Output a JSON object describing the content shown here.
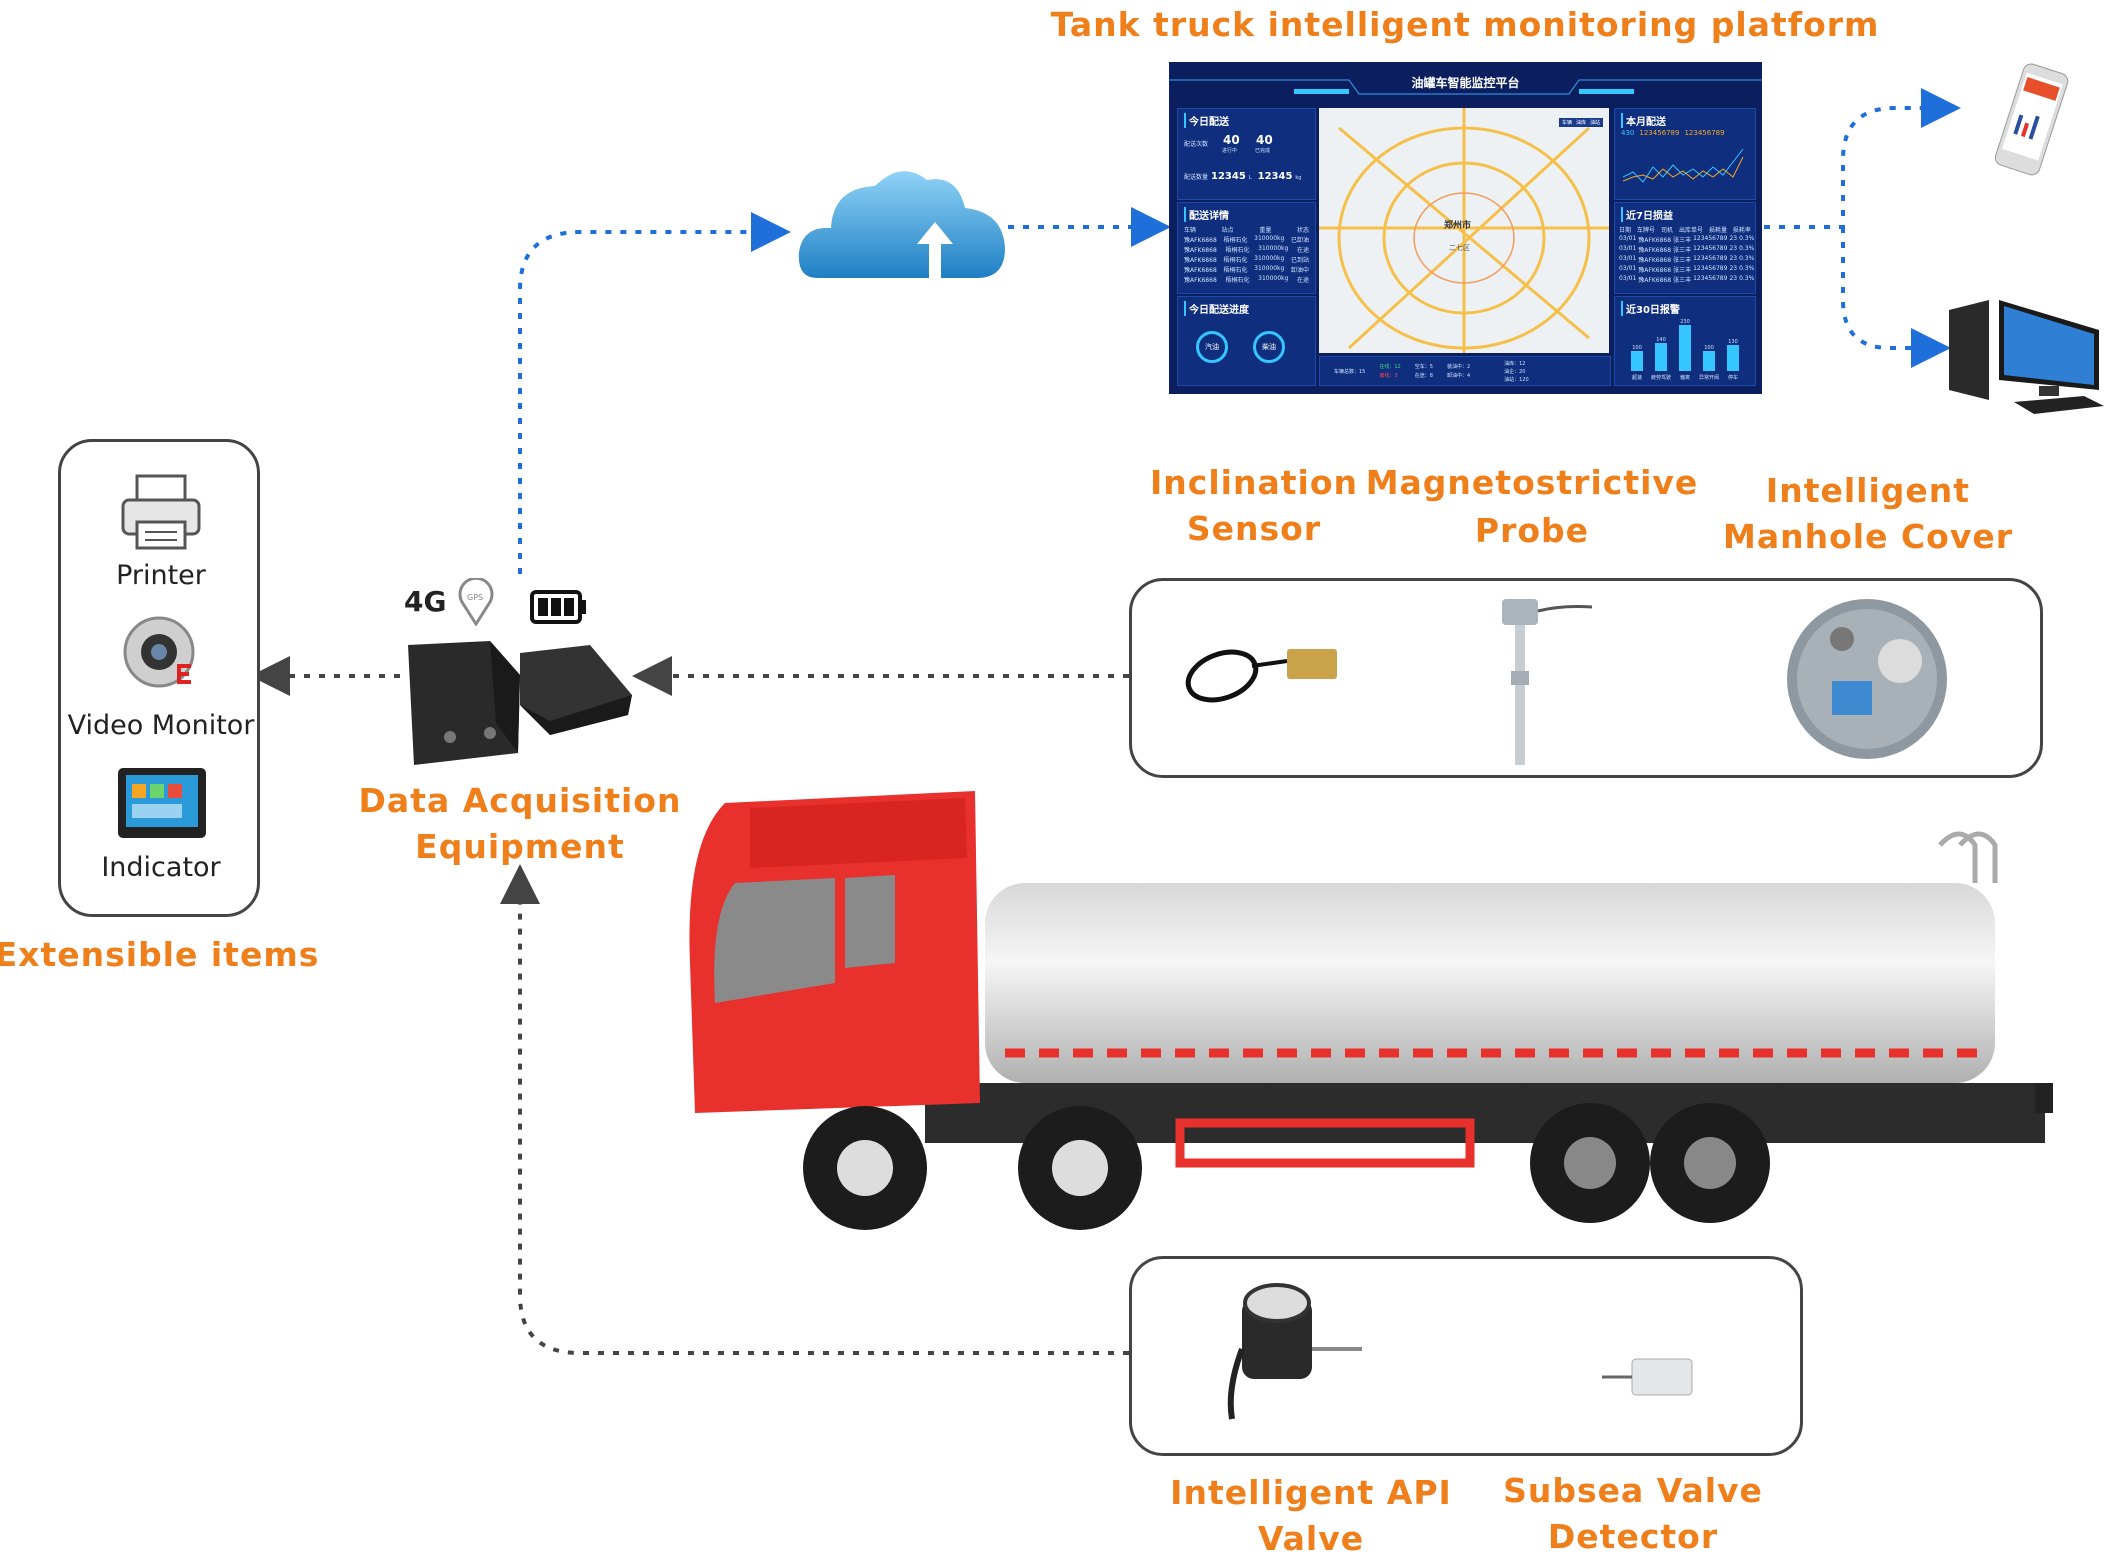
{
  "title": "Tank truck intelligent monitoring platform",
  "dashboard": {
    "title": "油罐车智能监控平台",
    "today_delivery": {
      "title": "今日配送",
      "count_label": "配送次数",
      "in_progress": "40",
      "in_progress_label": "进行中",
      "completed": "40",
      "completed_label": "已完成",
      "qty_label": "配送数量",
      "qty_l": "12345",
      "qty_kg": "12345",
      "unit_l": "L",
      "unit_kg": "kg"
    },
    "delivery_detail": {
      "title": "配送详情",
      "headers": [
        "车辆",
        "站点",
        "重量",
        "状态"
      ],
      "rows": [
        [
          "豫AFK6868",
          "梧桐石化",
          "310000kg",
          "已卸油"
        ],
        [
          "豫AFK6868",
          "梧桐石化",
          "310000kg",
          "在途"
        ],
        [
          "豫AFK6868",
          "梧桐石化",
          "310000kg",
          "已到站"
        ],
        [
          "豫AFK6868",
          "梧桐石化",
          "310000kg",
          "卸油中"
        ],
        [
          "豫AFK6868",
          "梧桐石化",
          "310000kg",
          "在途"
        ]
      ]
    },
    "progress": {
      "title": "今日配送进度",
      "gauges": [
        "汽油",
        "柴油"
      ]
    },
    "map": {
      "city": "郑州市",
      "district": "二七区",
      "filters": [
        "车辆",
        "油库",
        "油站"
      ]
    },
    "map_stats": {
      "total_label": "车辆总数：15",
      "online": "在线：12",
      "offline": "离线：3",
      "empty": "空车：5",
      "transit": "在途：8",
      "loading": "装油中：2",
      "unloading": "卸油中：4",
      "depot": "油库：12",
      "enterprise": "油企：20",
      "station": "油站：120"
    },
    "month": {
      "title": "本月配送",
      "times": "430",
      "liters": "123456789",
      "kg": "123456789"
    },
    "loss": {
      "title": "近7日损益",
      "headers": [
        "日期",
        "车牌号",
        "司机",
        "出库单号",
        "损耗量",
        "损耗率"
      ],
      "rows": [
        [
          "03/01",
          "豫AFK6868",
          "张三丰",
          "123456789",
          "23",
          "0.3%"
        ],
        [
          "03/01",
          "豫AFK6868",
          "张三丰",
          "123456789",
          "23",
          "0.3%"
        ],
        [
          "03/01",
          "豫AFK6868",
          "张三丰",
          "123456789",
          "23",
          "0.3%"
        ],
        [
          "03/01",
          "豫AFK6868",
          "张三丰",
          "123456789",
          "23",
          "0.3%"
        ],
        [
          "03/01",
          "豫AFK6868",
          "张三丰",
          "123456789",
          "23",
          "0.3%"
        ]
      ]
    },
    "alarms": {
      "title": "近30日报警",
      "categories": [
        "超速",
        "疲劳驾驶",
        "偏离",
        "异常开阀",
        "停车"
      ],
      "values": [
        100,
        140,
        230,
        100,
        130
      ],
      "accent": "#35c5ff"
    }
  },
  "extensible": {
    "label": "Extensible items",
    "items": [
      {
        "label": "Printer",
        "icon": "printer-icon"
      },
      {
        "label": "Video Monitor",
        "icon": "camera-icon"
      },
      {
        "label": "Indicator",
        "icon": "tablet-icon"
      }
    ]
  },
  "daq": {
    "label_line1": "Data Acquisition",
    "label_line2": "Equipment",
    "network": "4G",
    "gps": "GPS"
  },
  "sensors_top": [
    {
      "line1": "Inclination",
      "line2": "Sensor"
    },
    {
      "line1": "Magnetostrictive",
      "line2": "Probe"
    },
    {
      "line1": "Intelligent",
      "line2": "Manhole Cover"
    }
  ],
  "sensors_bottom": [
    {
      "line1": "Intelligent API",
      "line2": "Valve"
    },
    {
      "line1": "Subsea Valve",
      "line2": "Detector"
    }
  ],
  "colors": {
    "label": "#ee7f1a",
    "arrow_blue": "#1e6fd9",
    "arrow_dark": "#444444",
    "dashboard_bg": "#0b1f5e",
    "truck_cab": "#e8302c"
  }
}
